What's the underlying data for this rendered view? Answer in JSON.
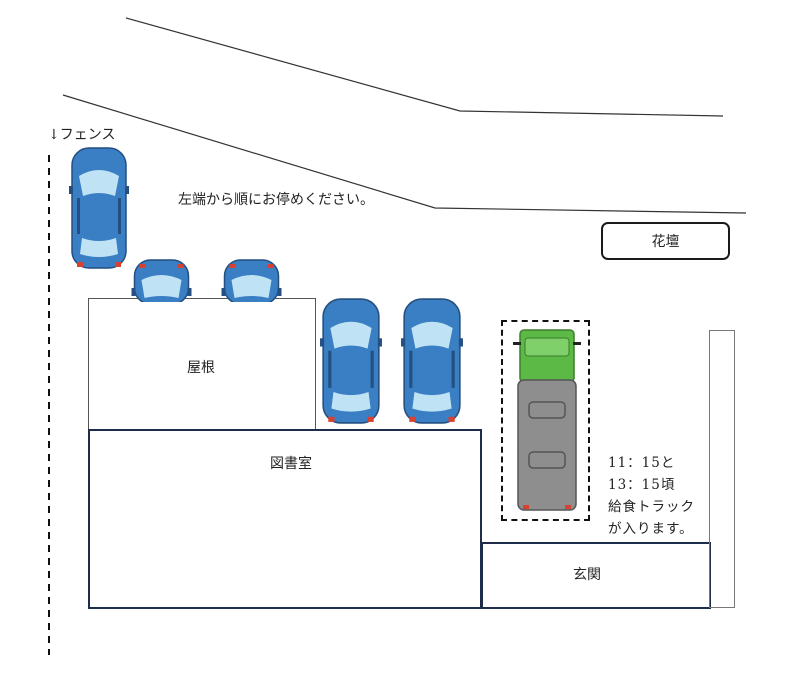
{
  "labels": {
    "fence": "↓フェンス",
    "instruction": "左端から順にお停めください。",
    "flowerbed": "花壇",
    "roof": "屋根",
    "library": "図書室",
    "entrance": "玄関",
    "truck_note": [
      "11：15と",
      "13：15頃",
      "給食トラック",
      "が入ります。"
    ]
  },
  "colors": {
    "car_body": "#3a7fc4",
    "car_window": "#bfe3f5",
    "truck_cab": "#5cb946",
    "truck_cargo": "#8e8e8e",
    "outline": "#1e2d4a"
  },
  "icons": [
    "car-icon",
    "truck-icon"
  ]
}
